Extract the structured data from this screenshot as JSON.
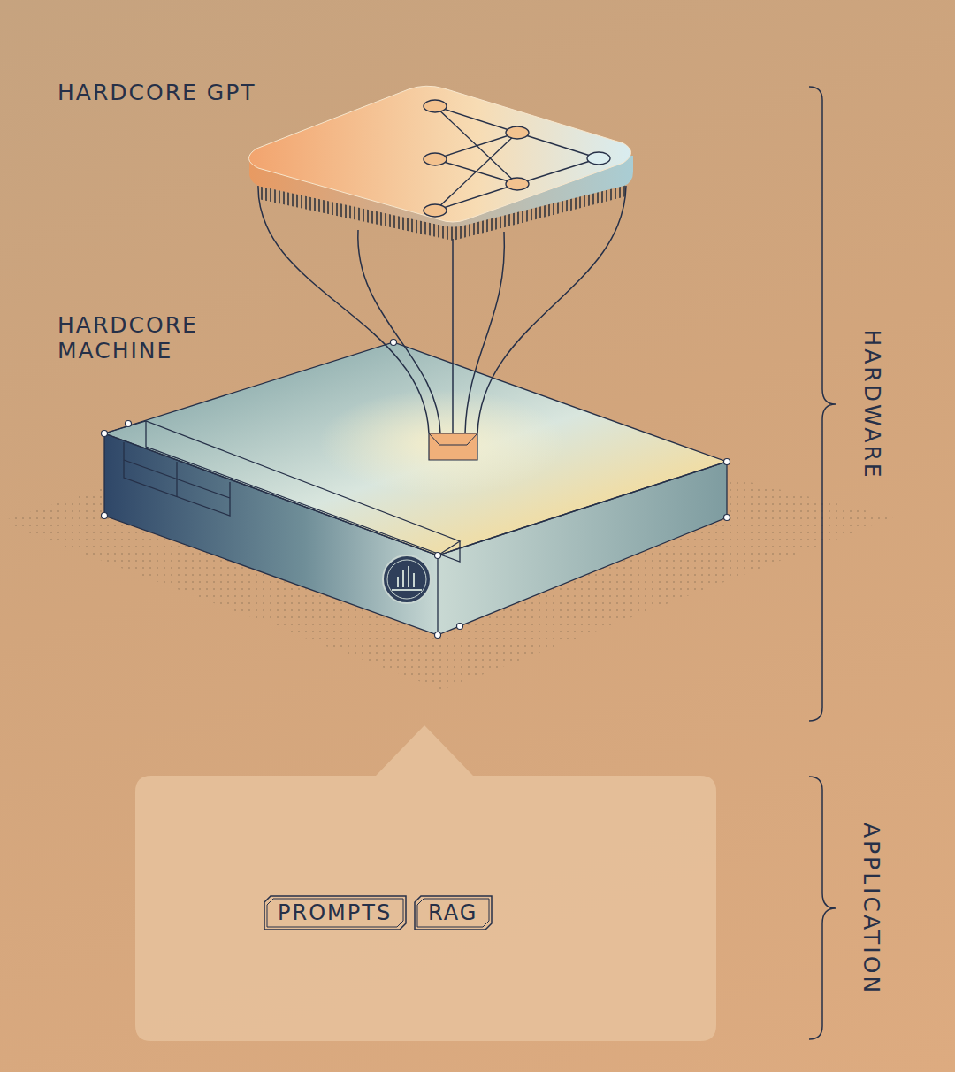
{
  "diagram": {
    "nodes": [
      {
        "text": [
          "PROMPTS"
        ]
      },
      {
        "text": [
          "RAG"
        ]
      }
    ],
    "labels": [
      "HARDCORE GPT",
      "HARDCORE MACHINE",
      "HARDWARE",
      "APPLICATION"
    ]
  }
}
